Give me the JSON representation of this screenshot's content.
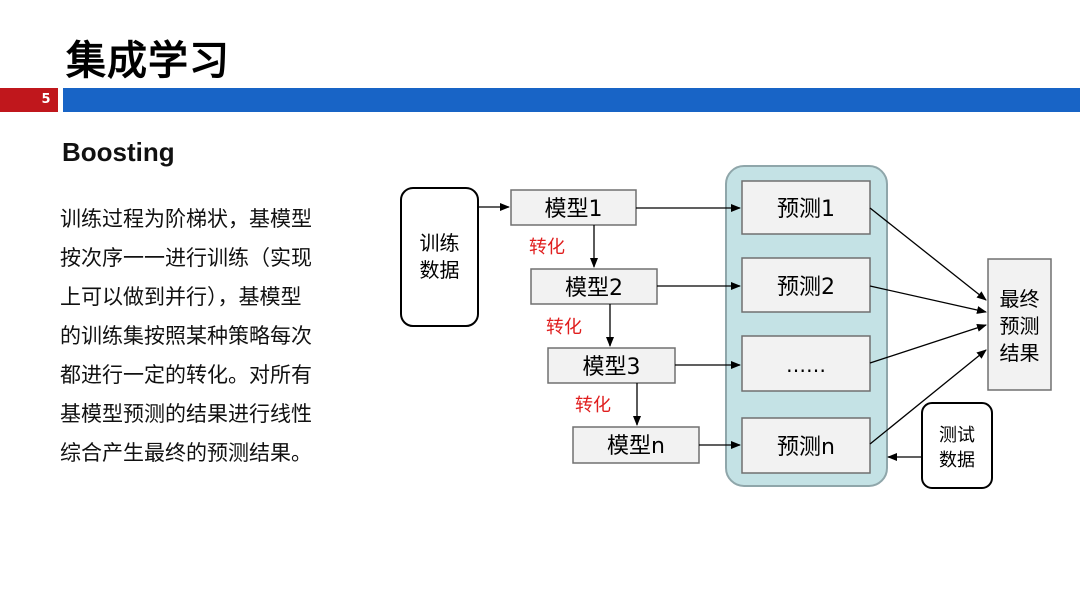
{
  "slide": {
    "title": "集成学习",
    "page_number": "5",
    "subtitle": "Boosting",
    "description_lines": [
      "训练过程为阶梯状，基模型",
      "按次序一一进行训练（实现",
      "上可以做到并行），基模型",
      "的训练集按照某种策略每次",
      "都进行一定的转化。对所有",
      "基模型预测的结果进行线性",
      "综合产生最终的预测结果。"
    ]
  },
  "diagram": {
    "train_data": [
      "训练",
      "数据"
    ],
    "models": [
      "模型1",
      "模型2",
      "模型3",
      "模型n"
    ],
    "transform_label": "转化",
    "predictions": [
      "预测1",
      "预测2",
      "……",
      "预测n"
    ],
    "final_result": [
      "最终",
      "预测",
      "结果"
    ],
    "test_data": [
      "测试",
      "数据"
    ],
    "colors": {
      "group_fill": "#c4e2e5",
      "group_stroke": "#8fa6aa",
      "box_fill": "#f2f2f2",
      "box_stroke": "#707070",
      "transform_text": "#e01e1e"
    }
  }
}
